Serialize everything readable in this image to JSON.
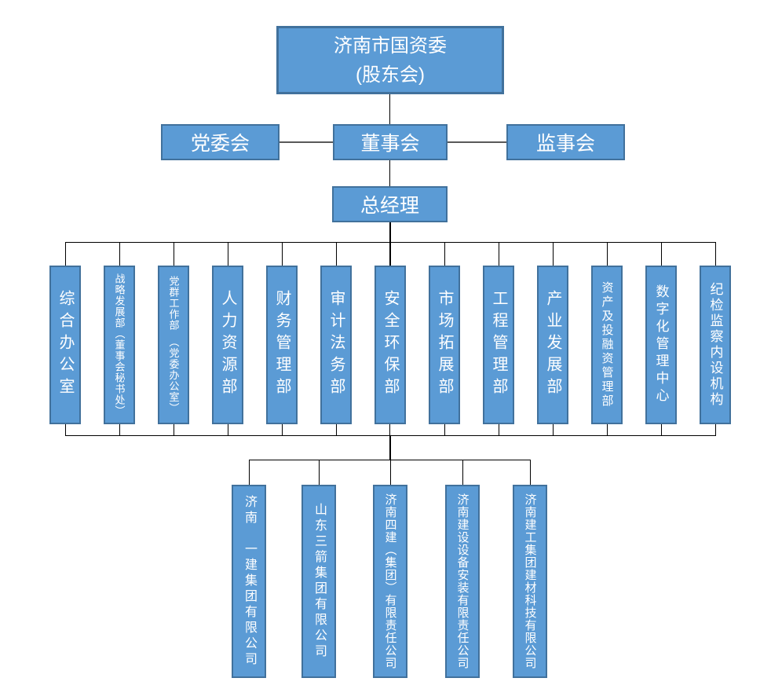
{
  "org_chart": {
    "title_node": {
      "line1": "济南市国资委",
      "line2": "(股东会)"
    },
    "committees": [
      "党委会",
      "董事会",
      "监事会"
    ],
    "general_manager": "总经理",
    "departments": [
      "综合办公室",
      "战略发展部（董事会秘书处）",
      "党群工作部　（党委办公室）",
      "人力资源部",
      "财务管理部",
      "审计法务部",
      "安全环保部",
      "市场拓展部",
      "工程管理部",
      "产业发展部",
      "资产及投融资管理部",
      "数字化管理中心",
      "纪检监察内设机构"
    ],
    "subsidiaries": [
      "济南　一建集团有限公司",
      "山东三箭集团有限公司",
      "济南四建（集团）有限责任公司",
      "济南建设设备安装有限责任公司",
      "济南建工集团建材科技有限公司"
    ],
    "colors": {
      "node_fill": "#5B9BD5",
      "node_border": "#41719C",
      "connector": "#000000",
      "text": "#FFFFFF"
    }
  }
}
